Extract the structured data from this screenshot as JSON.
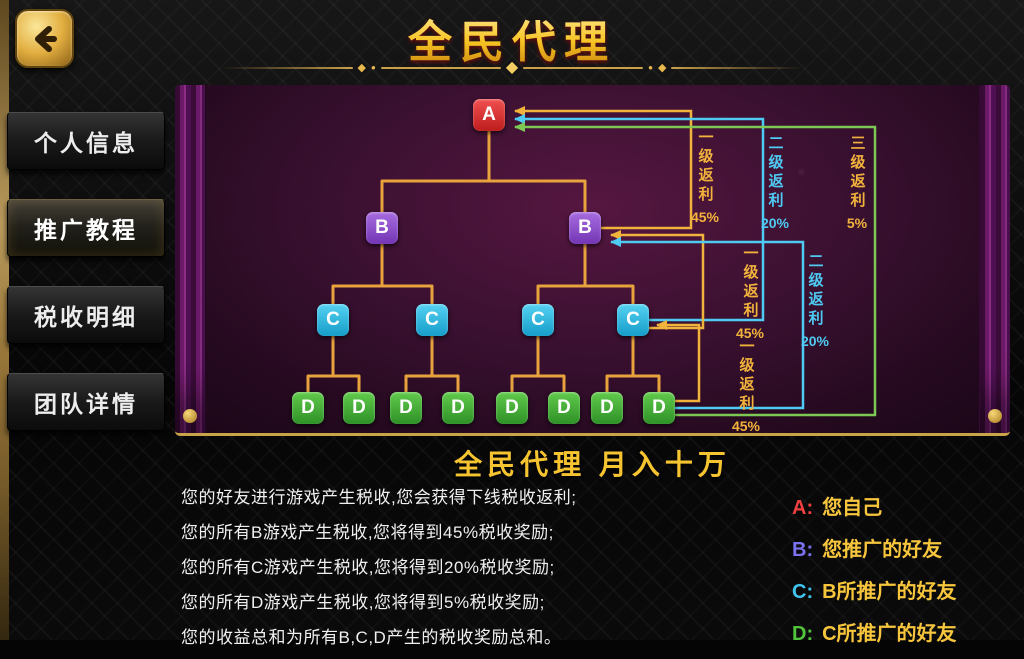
{
  "header": {
    "title": "全民代理",
    "ornament_diamond": "◆",
    "ornament_dot": "●"
  },
  "icons": {
    "back": "curved-back-arrow"
  },
  "sidebar": {
    "items": [
      {
        "label": "个人信息",
        "active": false
      },
      {
        "label": "推广教程",
        "active": true
      },
      {
        "label": "税收明细",
        "active": false
      },
      {
        "label": "团队详情",
        "active": false
      }
    ]
  },
  "diagram": {
    "letters": {
      "A": "A",
      "B": "B",
      "C": "C",
      "D": "D"
    },
    "node_colors": {
      "A": "#d2322e",
      "B": "#8a4fc8",
      "C": "#28b4e0",
      "D": "#3fae35"
    },
    "line_colors": {
      "level1": "#f2b33c",
      "level2": "#4ecbf2",
      "level3": "#7dc855"
    },
    "rebates": [
      {
        "label": "一级返利",
        "pct": "45%",
        "from": "B",
        "to": "A",
        "level": 1
      },
      {
        "label": "二级返利",
        "pct": "20%",
        "from": "C",
        "to": "A",
        "level": 2
      },
      {
        "label": "三级返利",
        "pct": "5%",
        "from": "D",
        "to": "A",
        "level": 3
      },
      {
        "label": "一级返利",
        "pct": "45%",
        "from": "C",
        "to": "B",
        "level": 1
      },
      {
        "label": "二级返利",
        "pct": "20%",
        "from": "D",
        "to": "B",
        "level": 2
      },
      {
        "label": "一级返利",
        "pct": "45%",
        "from": "D",
        "to": "C",
        "level": 1
      }
    ]
  },
  "banner": {
    "text": "全民代理  月入十万"
  },
  "description": {
    "lines": [
      "您的好友进行游戏产生税收,您会获得下线税收返利;",
      "您的所有B游戏产生税收,您将得到45%税收奖励;",
      "您的所有C游戏产生税收,您将得到20%税收奖励;",
      "您的所有D游戏产生税收,您将得到5%税收奖励;",
      "您的收益总和为所有B,C,D产生的税收奖励总和。"
    ]
  },
  "legend": [
    {
      "letter": "A:",
      "text": "您自己",
      "color": "#ef4040"
    },
    {
      "letter": "B:",
      "text": "您推广的好友",
      "color": "#7b72f0"
    },
    {
      "letter": "C:",
      "text": "B所推广的好友",
      "color": "#3fc4ef"
    },
    {
      "letter": "D:",
      "text": "C所推广的好友",
      "color": "#52c43c"
    }
  ]
}
